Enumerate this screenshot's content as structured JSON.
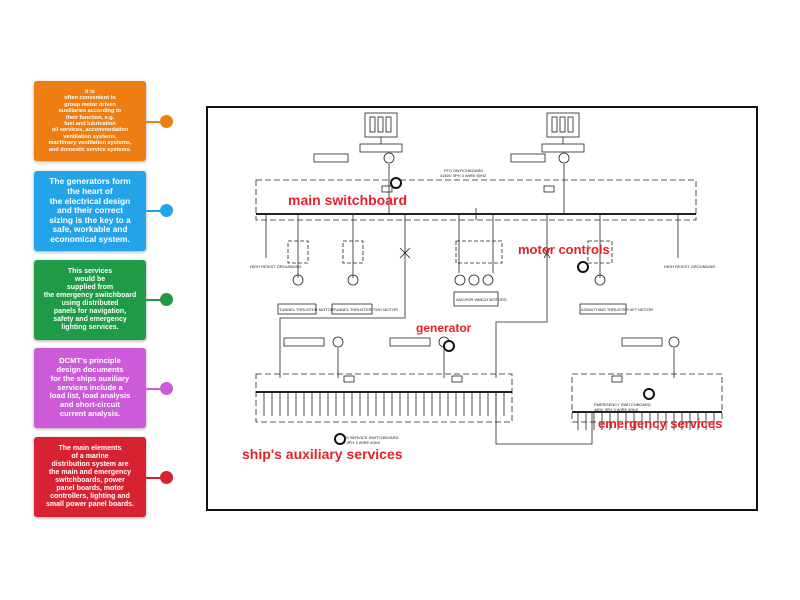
{
  "cards": [
    {
      "text": "It is\noften convenient to\ngroup motor driven\nauxiliaries according to\ntheir function, e.g.\nfuel and lubrication\noil services, accommodation\nventilation systems,\nmachinery ventilation systems,\nand domestic service systems.",
      "color": "#ee7d13"
    },
    {
      "text": "The generators form\nthe heart of\nthe electrical design\nand their correct\nsizing is the key to a\nsafe, workable and\neconomical system.",
      "color": "#23a4e9"
    },
    {
      "text": "This services\nwould be\nsupplied from\nthe emergency switchboard\nusing distributed\npanels for navigation,\nsafety and emergency\nlighting services.",
      "color": "#1f9a46"
    },
    {
      "text": "DCMT's principle\ndesign documents\nfor the ships auxiliary\nservices include a\nload list, load analysis\nand short-circuit\ncurrent analysis.",
      "color": "#cd5ad8"
    },
    {
      "text": "The main elements\nof a marine\ndistribution system are\nthe main and emergency\nswitchboards, power\npanel boards, motor\ncontrollers, lighting and\nsmall power panel boards.",
      "color": "#d62231"
    }
  ],
  "labels": {
    "main_switchboard": "main switchboard",
    "motor_controls": "motor controls",
    "generator": "generator",
    "emergency_services": "emergency services",
    "ships_auxiliary": "ship's auxiliary services"
  },
  "diagram_text": {
    "pto_title": "PTO SWITCHBOARD",
    "pto_sub": "4160V 3PH 3 WIRE 60HZ",
    "ship_sb_title": "SHIP'S SERVICE SWITCHBOARD",
    "ship_sb_sub": "480V 3PH 3 WIRE 60HZ",
    "em_sb_title": "EMERGENCY SWITCHBOARD",
    "em_sb_sub": "480V 3PH 3 WIRE 60HZ",
    "tunnel_thruster": "TUNNEL THRUSTER MOTOR",
    "tunnel_thruster_2": "TUNNEL THRUSTER TWO MOTOR",
    "anchor_winch": "ANCHOR WINCH MOTORS",
    "azimuth_thruster": "AZIMUTHING THRUSTER AFT MOTOR",
    "shore": "HIGH RESIST GROUNDING"
  }
}
